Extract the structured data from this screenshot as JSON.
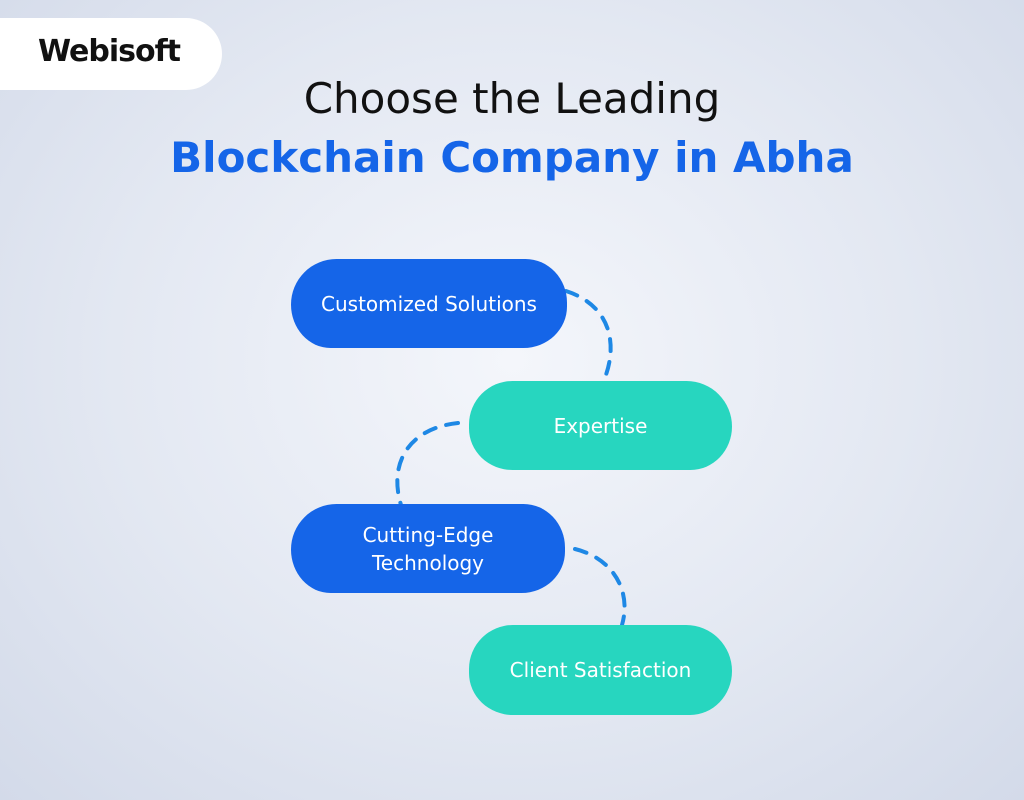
{
  "brand": {
    "name": "Webisoft"
  },
  "title": {
    "line1": "Choose the Leading",
    "line2": "Blockchain Company in Abha"
  },
  "colors": {
    "accent_blue": "#1565e8",
    "accent_teal": "#27d6bf",
    "connector": "#1e88e5"
  },
  "flow": {
    "steps": [
      {
        "label": "Customized Solutions",
        "color": "blue"
      },
      {
        "label": "Expertise",
        "color": "teal"
      },
      {
        "label": "Cutting-Edge Technology",
        "color": "blue"
      },
      {
        "label": "Client Satisfaction",
        "color": "teal"
      }
    ]
  }
}
